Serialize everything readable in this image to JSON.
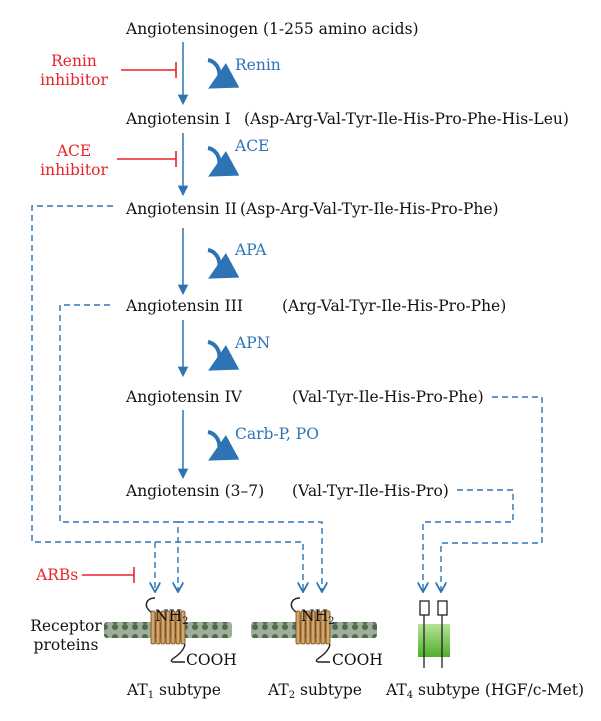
{
  "pathway": {
    "angiotensinogen": "Angiotensinogen (1-255 amino acids)",
    "ang1": "Angiotensin I",
    "ang1_seq": "(Asp-Arg-Val-Tyr-Ile-His-Pro-Phe-His-Leu)",
    "ang2": "Angiotensin II",
    "ang2_seq": "(Asp-Arg-Val-Tyr-Ile-His-Pro-Phe)",
    "ang3": "Angiotensin III",
    "ang3_seq": "(Arg-Val-Tyr-Ile-His-Pro-Phe)",
    "ang4": "Angiotensin IV",
    "ang4_seq": "(Val-Tyr-Ile-His-Pro-Phe)",
    "ang37": "Angiotensin (3–7)",
    "ang37_seq": "(Val-Tyr-Ile-His-Pro)"
  },
  "enzymes": {
    "renin": "Renin",
    "ace": "ACE",
    "apa": "APA",
    "apn": "APN",
    "carb": "Carb-P, PO"
  },
  "inhibitors": {
    "renin_line1": "Renin",
    "renin_line2": "inhibitor",
    "ace_line1": "ACE",
    "ace_line2": "inhibitor",
    "arbs": "ARBs"
  },
  "receptors": {
    "label_line1": "Receptor",
    "label_line2": "proteins",
    "nh2": "NH",
    "nh2_sub": "2",
    "cooh": "COOH",
    "at_prefix": "AT",
    "at1_sub": "1",
    "at2_sub": "2",
    "at4_sub": "4",
    "subtype": " subtype",
    "at4_extra": " subtype (HGF/c-Met)"
  },
  "colors": {
    "arrow_blue": "#2e74b5",
    "inhibitor_red": "#e8242a",
    "membrane": "#5d7a5a",
    "receptor_orange": "#d9a566",
    "at4_green": "#6cc144"
  }
}
